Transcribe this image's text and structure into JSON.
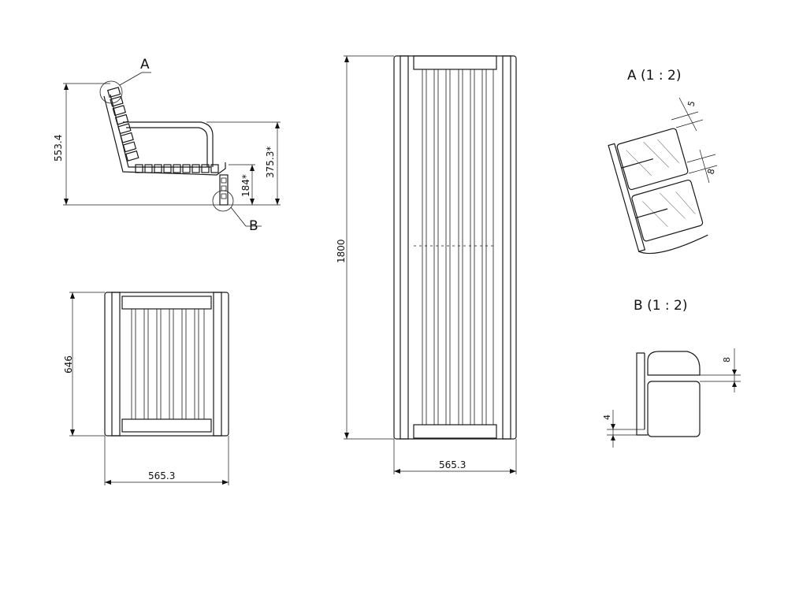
{
  "labels": {
    "detail_a_marker": "A",
    "detail_b_marker": "B",
    "detail_a_title": "A (1 : 2)",
    "detail_b_title": "B (1 : 2)"
  },
  "dimensions": {
    "side_height": "553.4",
    "side_back_height": "375.3*",
    "side_seat_height": "184*",
    "front_depth": "646",
    "front_width": "565.3",
    "top_length": "1800",
    "top_width": "565.3",
    "detail_a_gap": "5",
    "detail_a_thickness": "8",
    "detail_b_thickness": "8",
    "detail_b_offset": "4"
  }
}
